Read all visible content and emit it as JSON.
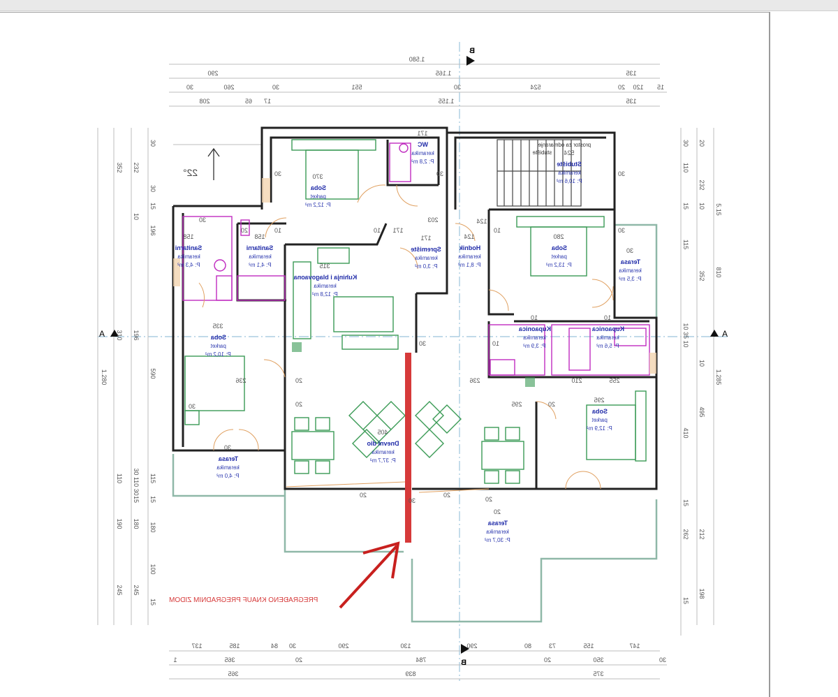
{
  "plan": {
    "north_angle": "22°",
    "section_marks": {
      "a_left": "A",
      "a_right": "A",
      "b_top": "B",
      "b_bottom": "B"
    },
    "annotation": "PREGRAĐENO KNAUF PREGRADNIM ZIDOM",
    "stair_note": [
      "prostor za odmaranje",
      "stubište"
    ],
    "colors": {
      "wall": "#222222",
      "furniture": "#3a9a55",
      "sanitary": "#c02cc0",
      "label": "#1f2aa8",
      "new_wall": "#d63a3a",
      "arrow": "#c8201e"
    },
    "rooms": [
      {
        "name": "Soba",
        "floor": "parket",
        "area": "P: 12,2 m²",
        "dim": "370"
      },
      {
        "name": "WC",
        "floor": "keramika",
        "area": "P: 2,8 m²",
        "dim": "171"
      },
      {
        "name": "Stubište",
        "floor": "keramika",
        "area": "P: 10,6 m²",
        "dim": "524"
      },
      {
        "name": "Sanitarni",
        "floor": "keramika",
        "area": "P: 4,3 m²",
        "dim": "158"
      },
      {
        "name": "Sanitarni",
        "floor": "keramika",
        "area": "P: 4,1 m²",
        "dim": "158"
      },
      {
        "name": "Kuhinja i blagovaona",
        "floor": "keramika",
        "area": "P: 12,8 m²",
        "dim": "315"
      },
      {
        "name": "Spremište",
        "floor": "keramika",
        "area": "P: 3,0 m²",
        "dim": "171"
      },
      {
        "name": "Hodnik",
        "floor": "keramika",
        "area": "P: 8,1 m²",
        "dim": "124"
      },
      {
        "name": "Soba",
        "floor": "parket",
        "area": "P: 13,2 m²",
        "dim": "280"
      },
      {
        "name": "Terasa",
        "floor": "keramika",
        "area": "P: 3,5 m²",
        "dim": "30"
      },
      {
        "name": "Kupaonica",
        "floor": "keramika",
        "area": "P: 3,9 m²",
        "dim": "10"
      },
      {
        "name": "Kupaonica",
        "floor": "keramika",
        "area": "P: 5,6 m²",
        "dim": "10"
      },
      {
        "name": "Soba",
        "floor": "parket",
        "area": "P: 10,2 m²",
        "dim": "335"
      },
      {
        "name": "Dnevni dio",
        "floor": "keramika",
        "area": "P: 37,7 m²",
        "dim": "405"
      },
      {
        "name": "Soba",
        "floor": "parket",
        "area": "P: 12,9 m²",
        "dim": "295"
      },
      {
        "name": "Terasa",
        "floor": "keramika",
        "area": "P: 4,0 m²",
        "dim": "30"
      },
      {
        "name": "Terasa",
        "floor": "keramika",
        "area": "P: 30,7 m²",
        "dim": "20"
      }
    ],
    "dimensions": {
      "top": [
        [
          "1.580"
        ],
        [
          "290",
          "1.165",
          "135"
        ],
        [
          "30",
          "260",
          "30",
          "551",
          "30",
          "524",
          "20",
          "120",
          "15"
        ],
        [
          "208",
          "65",
          "17",
          "1.155",
          "135"
        ]
      ],
      "bottom": [
        [
          "137",
          "185",
          "84",
          "30",
          "290",
          "130",
          "290",
          "80",
          "73",
          "155",
          "147"
        ],
        [
          "1",
          "365",
          "20",
          "784",
          "20",
          "350",
          "30"
        ],
        [
          "365",
          "839",
          "375"
        ]
      ],
      "left": [
        [
          "1.280"
        ],
        [
          "352",
          "310",
          "110",
          "190",
          "245"
        ],
        [
          "232",
          "10",
          "196",
          "30 110 30",
          "15",
          "180",
          "245"
        ],
        [
          "30",
          "30",
          "15",
          "196",
          "590",
          "115",
          "15",
          "180",
          "100",
          "15"
        ]
      ],
      "right": [
        [
          "30",
          "110",
          "15",
          "115",
          "10 35 10",
          "410",
          "15",
          "262",
          "15"
        ],
        [
          "20",
          "232",
          "10",
          "352",
          "10",
          "495",
          "212",
          "198"
        ],
        [
          "5.15",
          "810",
          "1.285"
        ]
      ],
      "interior": [
        "30",
        "30",
        "10",
        "10",
        "171",
        "203",
        "30",
        "124",
        "10",
        "30",
        "30",
        "20",
        "236",
        "10",
        "30",
        "295",
        "20",
        "30",
        "20",
        "20",
        "20",
        "20",
        "30",
        "20",
        "255",
        "210",
        "236"
      ]
    }
  }
}
